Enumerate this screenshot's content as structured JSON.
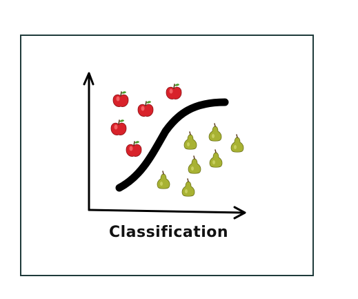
{
  "diagram": {
    "caption": "Classification",
    "colors": {
      "frame": "#1f3a3a",
      "stroke": "#000000",
      "apple": "#d8222a",
      "pear": "#a8b233"
    },
    "classes": [
      {
        "name": "apple",
        "icon": "apple-icon"
      },
      {
        "name": "pear",
        "icon": "pear-icon"
      }
    ]
  }
}
